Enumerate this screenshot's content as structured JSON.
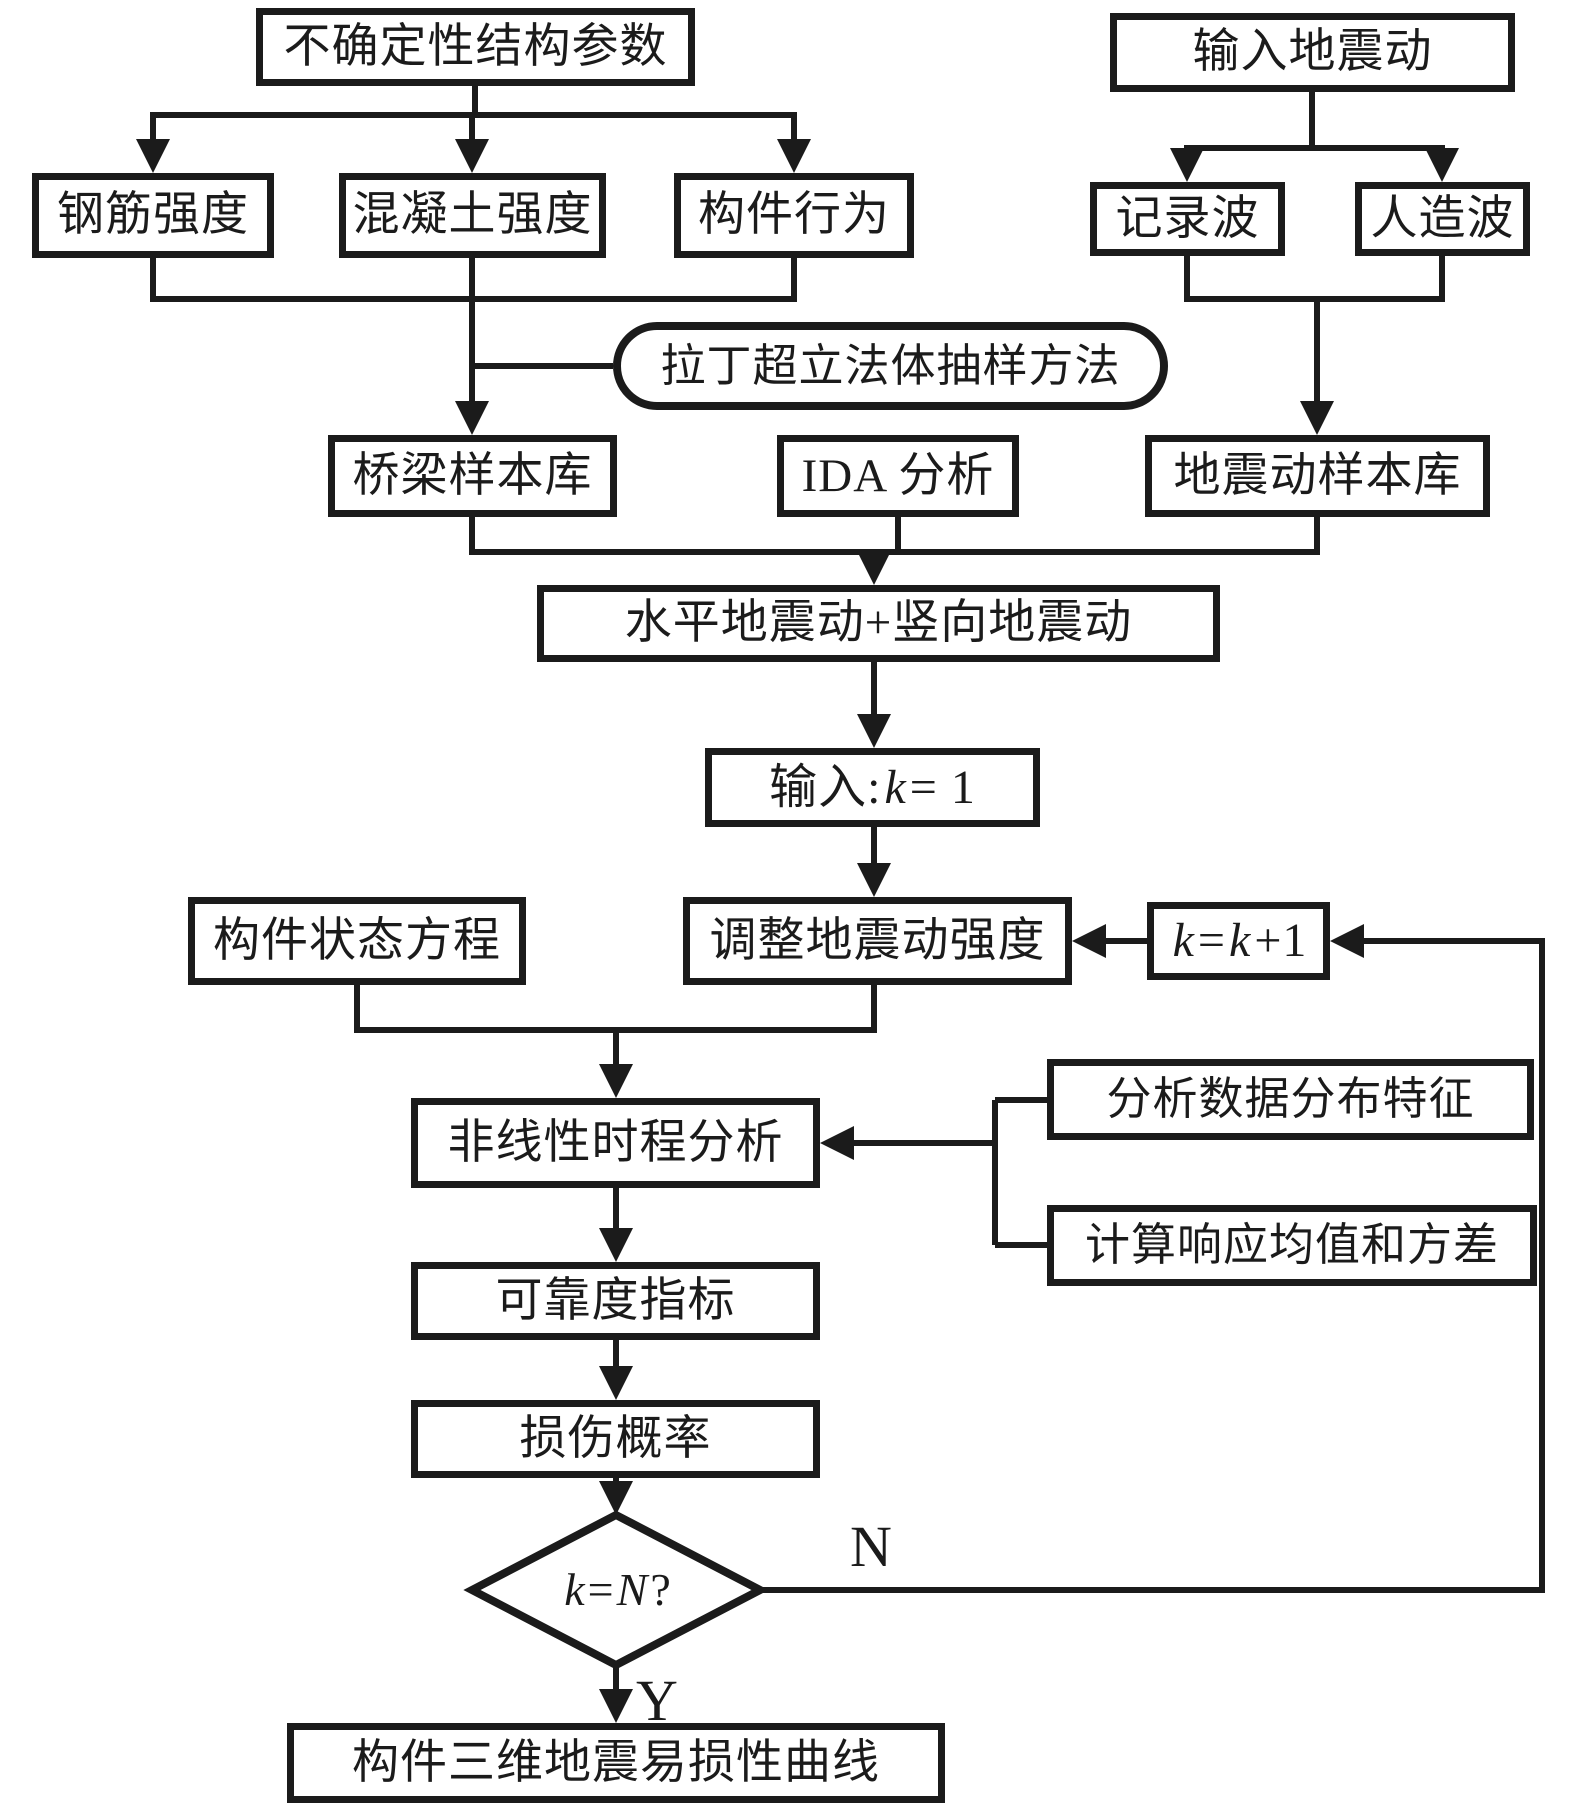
{
  "nodes": {
    "uncertain_params": "不确定性结构参数",
    "rebar_strength": "钢筋强度",
    "concrete_strength": "混凝土强度",
    "component_behavior": "构件行为",
    "input_ground_motion": "输入地震动",
    "recorded_wave": "记录波",
    "artificial_wave": "人造波",
    "lhs_method": "拉丁超立法体抽样方法",
    "bridge_sample_library": "桥梁样本库",
    "ida_analysis": "IDA 分析",
    "ground_motion_sample_library": "地震动样本库",
    "horizontal_plus_vertical": "水平地震动+竖向地震动",
    "component_state_equation": "构件状态方程",
    "adjust_intensity": "调整地震动强度",
    "nonlinear_time_history": "非线性时程分析",
    "analyze_distribution": "分析数据分布特征",
    "compute_mean_variance": "计算响应均值和方差",
    "reliability_index": "可靠度指标",
    "damage_probability": "损伤概率",
    "fragility_curve": "构件三维地震易损性曲线"
  },
  "formulas": {
    "init": {
      "prefix": "输入: ",
      "var": "k",
      "rest": " = 1"
    },
    "increment": {
      "v1": "k",
      "op": " = ",
      "v2": "k",
      "rest": " +1"
    },
    "decision": {
      "v1": "k",
      "op": " = ",
      "v2": "N",
      "rest": " ?"
    }
  },
  "branch_labels": {
    "no": "N",
    "yes": "Y"
  },
  "colors": {
    "line": "#1b1b1b",
    "box_background": "#ffffff",
    "page_background": "#ffffff"
  }
}
